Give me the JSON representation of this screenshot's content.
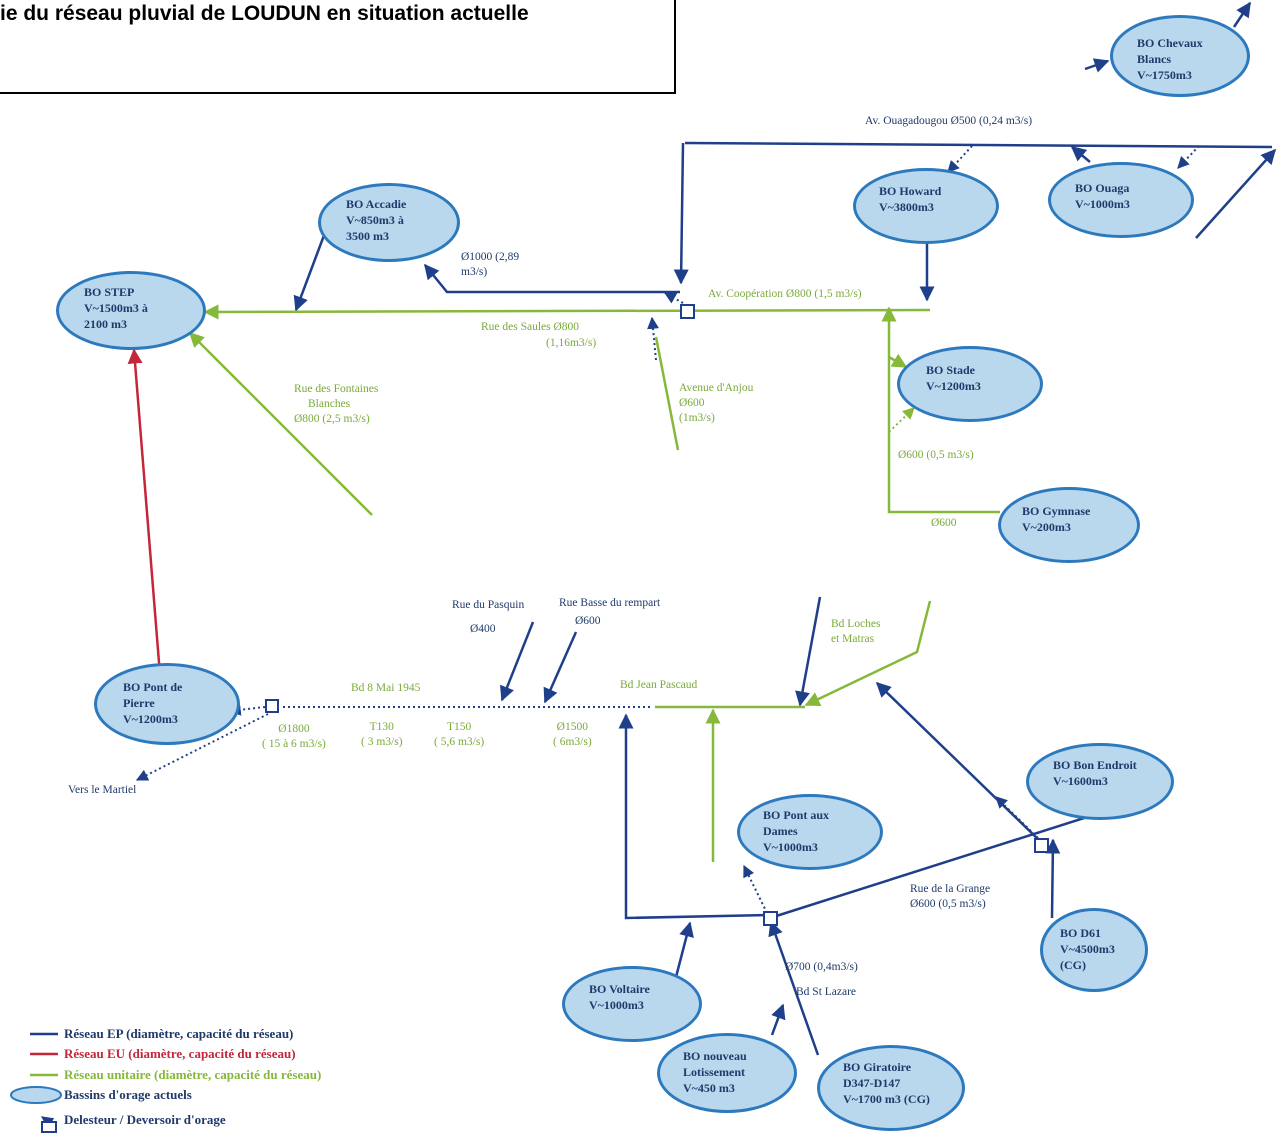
{
  "title": "ie du réseau pluvial de LOUDUN en situation actuelle",
  "colors": {
    "ep": "#1f3f8a",
    "eu": "#c4263a",
    "unitaire": "#86b83a",
    "basin_fill": "#b9d8ee",
    "basin_border": "#2c79bd",
    "text_dark": "#1f3a6a",
    "text_green": "#7aaa3a"
  },
  "basins": {
    "chevaux": [
      "BO Chevaux",
      "Blancs",
      "V~1750m3"
    ],
    "accadie": [
      "BO Accadie",
      "V~850m3 à",
      "3500 m3"
    ],
    "step": [
      "BO STEP",
      "V~1500m3 à",
      "2100 m3"
    ],
    "howard": [
      "BO Howard",
      "V~3800m3"
    ],
    "ouaga": [
      "BO Ouaga",
      "V~1000m3"
    ],
    "stade": [
      "BO Stade",
      "V~1200m3"
    ],
    "gymnase": [
      "BO Gymnase",
      "V~200m3"
    ],
    "pont_pierre": [
      "BO Pont de",
      "Pierre",
      "V~1200m3"
    ],
    "bon_endroit": [
      "BO Bon Endroit",
      "V~1600m3"
    ],
    "pont_dames": [
      "BO Pont aux",
      "Dames",
      "V~1000m3"
    ],
    "d61": [
      "BO D61",
      "V~4500m3",
      "(CG)"
    ],
    "voltaire": [
      "BO Voltaire",
      "V~1000m3"
    ],
    "lotissement": [
      "BO nouveau",
      "Lotissement",
      "V~450 m3"
    ],
    "giratoire": [
      "BO Giratoire",
      "D347-D147",
      "V~1700 m3 (CG)"
    ]
  },
  "labels": {
    "ouagadougou": [
      "Av. Ouagadougou Ø500 (0,24 m3/s)"
    ],
    "o1000": [
      "Ø1000 (2,89",
      "m3/s)"
    ],
    "cooperation": [
      "Av. Coopération  Ø800 (1,5 m3/s)"
    ],
    "saules": [
      "Rue des Saules Ø800"
    ],
    "saules2": [
      "(1,16m3/s)"
    ],
    "anjou": [
      "Avenue d'Anjou",
      "Ø600",
      "(1m3/s)"
    ],
    "fontaines": [
      "Rue des Fontaines",
      "Blanches",
      "Ø800 (2,5 m3/s)"
    ],
    "o600_stade": [
      "Ø600 (0,5 m3/s)"
    ],
    "o600_gym": [
      "Ø600"
    ],
    "pasquin": [
      "Rue du Pasquin"
    ],
    "o400": [
      "Ø400"
    ],
    "basse": [
      "Rue Basse du rempart"
    ],
    "o600_basse": [
      "Ø600"
    ],
    "loches": [
      "Bd Loches",
      "et Matras"
    ],
    "bd8mai": [
      "Bd 8 Mai 1945"
    ],
    "pascaud": [
      "Bd Jean Pascaud"
    ],
    "o1800": [
      "Ø1800",
      "( 15 à 6 m3/s)"
    ],
    "t130": [
      "T130",
      "( 3 m3/s)"
    ],
    "t150": [
      "T150",
      "( 5,6 m3/s)"
    ],
    "o1500": [
      "Ø1500",
      "( 6m3/s)"
    ],
    "martiel": [
      "Vers le Martiel"
    ],
    "grange": [
      "Rue de la Grange",
      "Ø600 (0,5 m3/s)"
    ],
    "o700": [
      "Ø700 (0,4m3/s)"
    ],
    "lazare": [
      "Bd St Lazare"
    ]
  },
  "legend": {
    "ep": "Réseau EP (diamètre, capacité du réseau)",
    "eu": "Réseau EU (diamètre, capacité du réseau)",
    "unitaire": "Réseau unitaire (diamètre, capacité du réseau)",
    "bassins": "Bassins d'orage actuels",
    "delesteur": "Delesteur / Deversoir d'orage"
  }
}
